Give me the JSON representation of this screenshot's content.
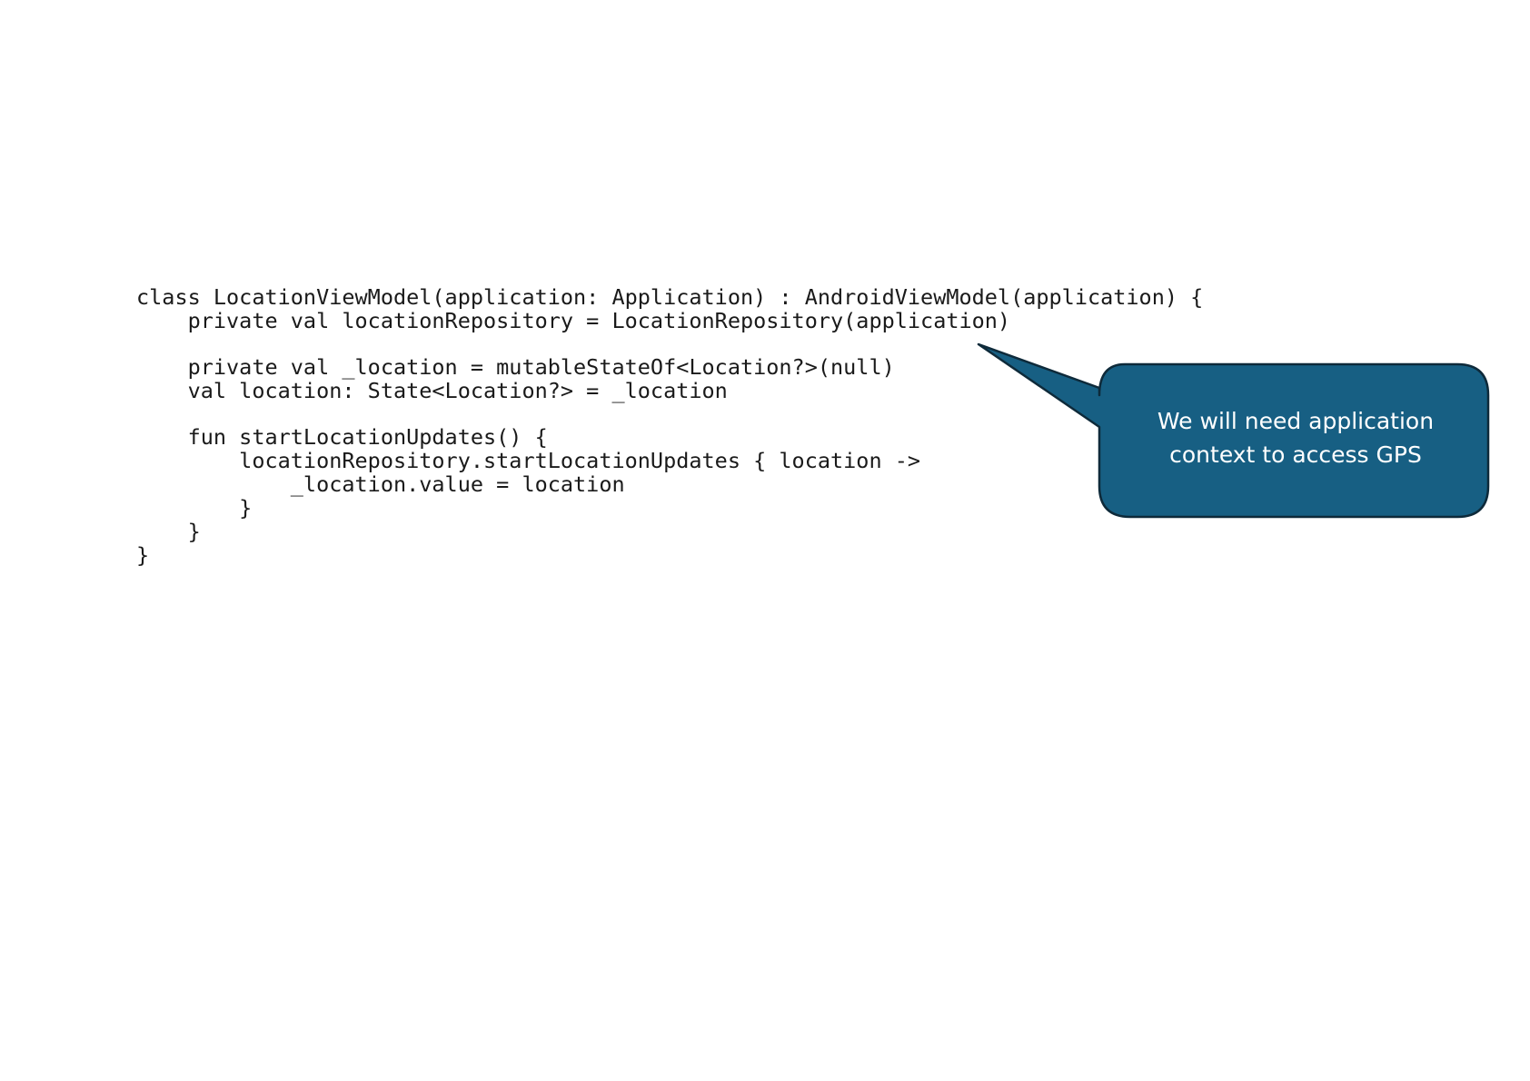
{
  "code": {
    "lines": [
      "class LocationViewModel(application: Application) : AndroidViewModel(application) {",
      "    private val locationRepository = LocationRepository(application)",
      "",
      "    private val _location = mutableStateOf<Location?>(null)",
      "    val location: State<Location?> = _location",
      "",
      "    fun startLocationUpdates() {",
      "        locationRepository.startLocationUpdates { location ->",
      "            _location.value = location",
      "        }",
      "    }",
      "}"
    ]
  },
  "callout": {
    "line1": "We will need application",
    "line2": "context to access GPS",
    "fill_color": "#175f83",
    "stroke_color": "#0e2a3a",
    "text_color": "#ffffff"
  }
}
